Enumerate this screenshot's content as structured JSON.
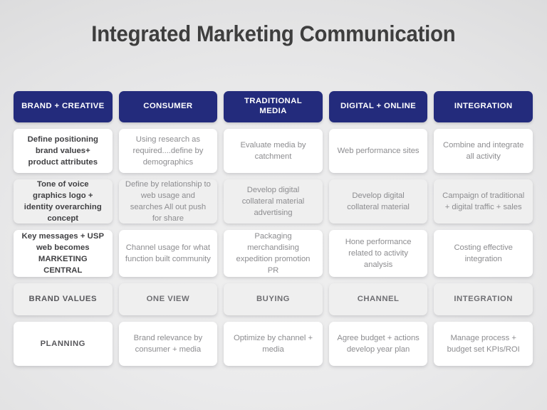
{
  "slide": {
    "title": "Integrated Marketing Communication",
    "background_color": "#e9e9ea",
    "accent_color": "#232b7c"
  },
  "matrix": {
    "columns": [
      {
        "label": "BRAND + CREATIVE"
      },
      {
        "label": "CONSUMER"
      },
      {
        "label": "TRADITIONAL MEDIA"
      },
      {
        "label": "DIGITAL + ONLINE"
      },
      {
        "label": "INTEGRATION"
      }
    ],
    "rows": [
      {
        "style": "white",
        "cells": [
          "Define positioning brand values+ product attributes",
          "Using research as required....define by demographics",
          "Evaluate media by catchment",
          "Web performance sites",
          "Combine and integrate all activity"
        ]
      },
      {
        "style": "gray",
        "cells": [
          "Tone of voice graphics logo + identity overarching concept",
          "Define by relationship to web usage and searches All out push for share",
          "Develop digital collateral material advertising",
          "Develop digital collateral material",
          "Campaign of traditional + digital traffic + sales"
        ]
      },
      {
        "style": "white",
        "cells": [
          "Key messages + USP web becomes MARKETING CENTRAL",
          "Channel usage for what function built community",
          "Packaging merchandising expedition promotion PR",
          "Hone performance related to activity analysis",
          "Costing effective integration"
        ]
      },
      {
        "style": "gray",
        "cells": [
          "BRAND VALUES",
          "ONE VIEW",
          "BUYING",
          "CHANNEL",
          "INTEGRATION"
        ]
      },
      {
        "style": "white",
        "cells": [
          "PLANNING",
          "Brand relevance by consumer + media",
          "Optimize by channel + media",
          "Agree budget + actions develop year plan",
          "Manage process + budget set KPIs/ROI"
        ]
      }
    ]
  }
}
